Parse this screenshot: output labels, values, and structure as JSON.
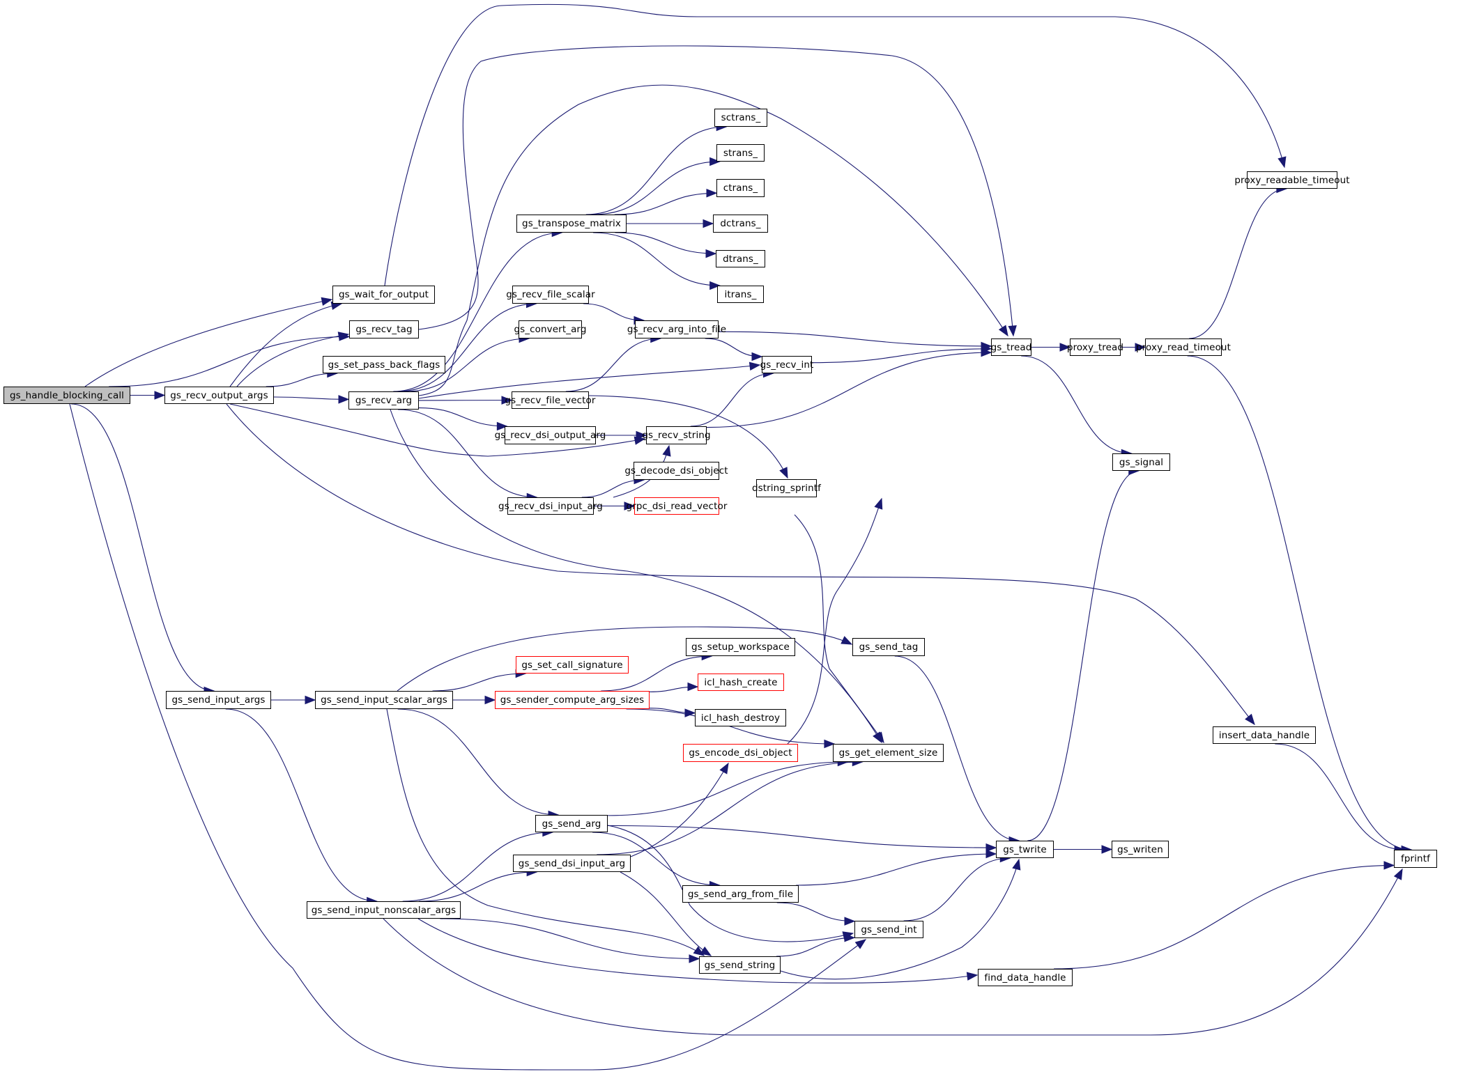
{
  "title": "gs_handle_blocking_call call graph",
  "colors": {
    "edge": "#191970",
    "root_fill": "#bfbfbf",
    "undocumented_border": "#ff0000",
    "border": "#000000"
  },
  "nodes": [
    {
      "id": "gs_handle_blocking_call",
      "label": "gs_handle_blocking_call",
      "style": "root"
    },
    {
      "id": "gs_recv_output_args",
      "label": "gs_recv_output_args"
    },
    {
      "id": "gs_wait_for_output",
      "label": "gs_wait_for_output"
    },
    {
      "id": "gs_recv_tag",
      "label": "gs_recv_tag"
    },
    {
      "id": "gs_set_pass_back_flags",
      "label": "gs_set_pass_back_flags"
    },
    {
      "id": "gs_recv_arg",
      "label": "gs_recv_arg"
    },
    {
      "id": "gs_transpose_matrix",
      "label": "gs_transpose_matrix"
    },
    {
      "id": "sctrans_",
      "label": "sctrans_"
    },
    {
      "id": "strans_",
      "label": "strans_"
    },
    {
      "id": "ctrans_",
      "label": "ctrans_"
    },
    {
      "id": "dctrans_",
      "label": "dctrans_"
    },
    {
      "id": "dtrans_",
      "label": "dtrans_"
    },
    {
      "id": "itrans_",
      "label": "itrans_"
    },
    {
      "id": "gs_recv_file_scalar",
      "label": "gs_recv_file_scalar"
    },
    {
      "id": "gs_convert_arg",
      "label": "gs_convert_arg"
    },
    {
      "id": "gs_recv_arg_into_file",
      "label": "gs_recv_arg_into_file"
    },
    {
      "id": "gs_recv_int",
      "label": "gs_recv_int"
    },
    {
      "id": "gs_recv_file_vector",
      "label": "gs_recv_file_vector"
    },
    {
      "id": "gs_recv_dsi_output_arg",
      "label": "gs_recv_dsi_output_arg"
    },
    {
      "id": "gs_recv_string",
      "label": "gs_recv_string"
    },
    {
      "id": "gs_decode_dsi_object",
      "label": "gs_decode_dsi_object"
    },
    {
      "id": "gs_recv_dsi_input_arg",
      "label": "gs_recv_dsi_input_arg"
    },
    {
      "id": "grpc_dsi_read_vector",
      "label": "grpc_dsi_read_vector",
      "style": "red"
    },
    {
      "id": "dstring_sprintf",
      "label": "dstring_sprintf"
    },
    {
      "id": "gs_tread",
      "label": "gs_tread"
    },
    {
      "id": "proxy_tread",
      "label": "proxy_tread"
    },
    {
      "id": "proxy_read_timeout",
      "label": "proxy_read_timeout"
    },
    {
      "id": "proxy_readable_timeout",
      "label": "proxy_readable_timeout"
    },
    {
      "id": "gs_signal",
      "label": "gs_signal"
    },
    {
      "id": "gs_send_input_args",
      "label": "gs_send_input_args"
    },
    {
      "id": "gs_send_input_scalar_args",
      "label": "gs_send_input_scalar_args"
    },
    {
      "id": "gs_set_call_signature",
      "label": "gs_set_call_signature",
      "style": "red"
    },
    {
      "id": "gs_sender_compute_arg_sizes",
      "label": "gs_sender_compute_arg_sizes",
      "style": "red"
    },
    {
      "id": "gs_setup_workspace",
      "label": "gs_setup_workspace"
    },
    {
      "id": "icl_hash_create",
      "label": "icl_hash_create",
      "style": "red"
    },
    {
      "id": "icl_hash_destroy",
      "label": "icl_hash_destroy"
    },
    {
      "id": "gs_encode_dsi_object",
      "label": "gs_encode_dsi_object",
      "style": "red"
    },
    {
      "id": "gs_send_tag",
      "label": "gs_send_tag"
    },
    {
      "id": "gs_get_element_size",
      "label": "gs_get_element_size"
    },
    {
      "id": "insert_data_handle",
      "label": "insert_data_handle"
    },
    {
      "id": "gs_send_arg",
      "label": "gs_send_arg"
    },
    {
      "id": "gs_send_dsi_input_arg",
      "label": "gs_send_dsi_input_arg"
    },
    {
      "id": "gs_send_input_nonscalar_args",
      "label": "gs_send_input_nonscalar_args"
    },
    {
      "id": "gs_send_arg_from_file",
      "label": "gs_send_arg_from_file"
    },
    {
      "id": "gs_send_int",
      "label": "gs_send_int"
    },
    {
      "id": "gs_send_string",
      "label": "gs_send_string"
    },
    {
      "id": "gs_twrite",
      "label": "gs_twrite"
    },
    {
      "id": "gs_writen",
      "label": "gs_writen"
    },
    {
      "id": "find_data_handle",
      "label": "find_data_handle"
    },
    {
      "id": "fprintf",
      "label": "fprintf"
    }
  ],
  "edges": [
    [
      "gs_handle_blocking_call",
      "gs_recv_output_args"
    ],
    [
      "gs_handle_blocking_call",
      "gs_wait_for_output"
    ],
    [
      "gs_handle_blocking_call",
      "gs_recv_tag"
    ],
    [
      "gs_handle_blocking_call",
      "gs_send_input_args"
    ],
    [
      "gs_handle_blocking_call",
      "gs_send_int"
    ],
    [
      "gs_recv_output_args",
      "gs_wait_for_output"
    ],
    [
      "gs_recv_output_args",
      "gs_recv_tag"
    ],
    [
      "gs_recv_output_args",
      "gs_set_pass_back_flags"
    ],
    [
      "gs_recv_output_args",
      "gs_recv_arg"
    ],
    [
      "gs_recv_output_args",
      "gs_recv_string"
    ],
    [
      "gs_recv_output_args",
      "insert_data_handle"
    ],
    [
      "gs_wait_for_output",
      "proxy_readable_timeout"
    ],
    [
      "gs_recv_tag",
      "gs_tread"
    ],
    [
      "gs_recv_arg",
      "gs_tread"
    ],
    [
      "gs_recv_arg",
      "gs_transpose_matrix"
    ],
    [
      "gs_recv_arg",
      "gs_recv_file_scalar"
    ],
    [
      "gs_recv_arg",
      "gs_convert_arg"
    ],
    [
      "gs_recv_arg",
      "gs_recv_int"
    ],
    [
      "gs_recv_arg",
      "gs_recv_file_vector"
    ],
    [
      "gs_recv_arg",
      "gs_recv_dsi_output_arg"
    ],
    [
      "gs_recv_arg",
      "gs_recv_dsi_input_arg"
    ],
    [
      "gs_recv_arg",
      "gs_get_element_size"
    ],
    [
      "gs_transpose_matrix",
      "sctrans_"
    ],
    [
      "gs_transpose_matrix",
      "strans_"
    ],
    [
      "gs_transpose_matrix",
      "ctrans_"
    ],
    [
      "gs_transpose_matrix",
      "dctrans_"
    ],
    [
      "gs_transpose_matrix",
      "dtrans_"
    ],
    [
      "gs_transpose_matrix",
      "itrans_"
    ],
    [
      "gs_recv_file_scalar",
      "gs_recv_arg_into_file"
    ],
    [
      "gs_recv_file_vector",
      "gs_recv_arg_into_file"
    ],
    [
      "gs_recv_file_vector",
      "dstring_sprintf"
    ],
    [
      "gs_recv_arg_into_file",
      "gs_tread"
    ],
    [
      "gs_recv_arg_into_file",
      "gs_recv_int"
    ],
    [
      "gs_recv_int",
      "gs_tread"
    ],
    [
      "gs_recv_dsi_output_arg",
      "gs_recv_string"
    ],
    [
      "gs_recv_string",
      "gs_recv_int"
    ],
    [
      "gs_recv_string",
      "gs_tread"
    ],
    [
      "gs_recv_dsi_input_arg",
      "gs_recv_string"
    ],
    [
      "gs_recv_dsi_input_arg",
      "gs_decode_dsi_object"
    ],
    [
      "gs_recv_dsi_input_arg",
      "grpc_dsi_read_vector"
    ],
    [
      "grpc_dsi_read_vector",
      "gs_get_element_size"
    ],
    [
      "gs_tread",
      "proxy_tread"
    ],
    [
      "gs_tread",
      "gs_signal"
    ],
    [
      "proxy_tread",
      "proxy_read_timeout"
    ],
    [
      "proxy_read_timeout",
      "proxy_readable_timeout"
    ],
    [
      "proxy_read_timeout",
      "fprintf"
    ],
    [
      "gs_send_input_args",
      "gs_send_input_scalar_args"
    ],
    [
      "gs_send_input_args",
      "gs_send_input_nonscalar_args"
    ],
    [
      "gs_send_input_scalar_args",
      "gs_set_call_signature"
    ],
    [
      "gs_send_input_scalar_args",
      "gs_sender_compute_arg_sizes"
    ],
    [
      "gs_send_input_scalar_args",
      "gs_send_tag"
    ],
    [
      "gs_send_input_scalar_args",
      "gs_send_arg"
    ],
    [
      "gs_send_input_scalar_args",
      "gs_send_string"
    ],
    [
      "gs_sender_compute_arg_sizes",
      "gs_setup_workspace"
    ],
    [
      "gs_sender_compute_arg_sizes",
      "icl_hash_create"
    ],
    [
      "gs_sender_compute_arg_sizes",
      "icl_hash_destroy"
    ],
    [
      "gs_sender_compute_arg_sizes",
      "gs_get_element_size"
    ],
    [
      "gs_encode_dsi_object",
      "dstring_sprintf"
    ],
    [
      "gs_send_tag",
      "gs_twrite"
    ],
    [
      "gs_send_arg",
      "gs_get_element_size"
    ],
    [
      "gs_send_arg",
      "gs_twrite"
    ],
    [
      "gs_send_arg",
      "gs_send_arg_from_file"
    ],
    [
      "gs_send_arg",
      "gs_send_int"
    ],
    [
      "gs_send_dsi_input_arg",
      "gs_encode_dsi_object"
    ],
    [
      "gs_send_dsi_input_arg",
      "gs_get_element_size"
    ],
    [
      "gs_send_dsi_input_arg",
      "gs_send_string"
    ],
    [
      "gs_send_input_nonscalar_args",
      "gs_send_arg"
    ],
    [
      "gs_send_input_nonscalar_args",
      "gs_send_dsi_input_arg"
    ],
    [
      "gs_send_input_nonscalar_args",
      "gs_send_string"
    ],
    [
      "gs_send_input_nonscalar_args",
      "find_data_handle"
    ],
    [
      "gs_send_input_nonscalar_args",
      "fprintf"
    ],
    [
      "gs_send_arg_from_file",
      "gs_twrite"
    ],
    [
      "gs_send_arg_from_file",
      "gs_send_int"
    ],
    [
      "gs_send_int",
      "gs_twrite"
    ],
    [
      "gs_send_string",
      "gs_send_int"
    ],
    [
      "gs_send_string",
      "gs_twrite"
    ],
    [
      "gs_twrite",
      "gs_writen"
    ],
    [
      "gs_twrite",
      "gs_signal"
    ],
    [
      "insert_data_handle",
      "fprintf"
    ],
    [
      "find_data_handle",
      "fprintf"
    ]
  ]
}
